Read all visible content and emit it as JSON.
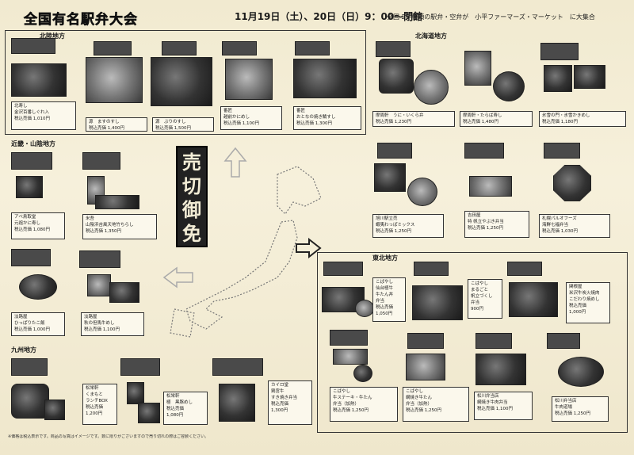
{
  "header": {
    "title": "全国有名駅弁大会",
    "dates": "11月19日（土）、20日（日）9：00～閉館",
    "tagline": "全国 25 種類の駅弁・空弁が　小平ファーマーズ・マーケット　に大集合"
  },
  "sold_out": "売切御免",
  "regions": {
    "hokuriku": {
      "label": "北陸地方",
      "items": [
        {
          "caption": [
            "北寿し",
            "金沢百番しぐれ入",
            "税込売価 1,010円"
          ]
        },
        {
          "caption": [
            "源　ますのすし",
            "税込売価 1,400円"
          ]
        },
        {
          "caption": [
            "源　ぶりのすし",
            "税込売価 1,500円"
          ]
        },
        {
          "caption": [
            "番匠",
            "越前かにめし",
            "税込売価 1,100円"
          ]
        },
        {
          "caption": [
            "番匠",
            "おとなの焼き鯖すし",
            "税込売価 1,300円"
          ]
        }
      ]
    },
    "hokkaido": {
      "label": "北海道地方",
      "items": [
        {
          "caption": [
            "摩周軒　うに・いくら弁",
            "税込売価 1,230円"
          ]
        },
        {
          "caption": [
            "摩周軒・たらば寿し",
            "税込売価 1,480円"
          ]
        },
        {
          "caption": [
            "氷雪の門・氷雪かきめし",
            "税込売価 1,180円"
          ]
        },
        {
          "caption": [
            "旭川駅立売",
            "蝦夷わっぱミックス",
            "税込売価 1,250円"
          ]
        },
        {
          "caption": [
            "吉田屋",
            "特 帆立やぶき弁当",
            "税込売価 1,250円"
          ]
        },
        {
          "caption": [
            "札幌パルオフーズ",
            "海鮮七福弁当",
            "税込売価 1,030円"
          ]
        }
      ]
    },
    "kinki": {
      "label": "近畿・山陰地方",
      "items": [
        {
          "caption": [
            "アベ鳥取堂",
            "元祖かに寿し",
            "税込売価 1,080円"
          ]
        },
        {
          "caption": [
            "米吾",
            "山陰浜吉風天地竹ちらし",
            "税込売価 1,350円"
          ]
        },
        {
          "caption": [
            "淡路屋",
            "ひっぱりたこ飯",
            "税込売価 1,000円"
          ]
        },
        {
          "caption": [
            "淡路屋",
            "秋の但馬牛めし",
            "税込売価 1,100円"
          ]
        }
      ]
    },
    "tohoku": {
      "label": "東北地方",
      "items": [
        {
          "caption": [
            "こばやし",
            "仙台極牛",
            "牛たん丼",
            "弁当",
            "税込売価",
            "1,050円"
          ]
        },
        {
          "caption": [
            "こばやし",
            "まるごと",
            "帆立づくし",
            "弁当",
            "900円"
          ]
        },
        {
          "caption": [
            "関根屋",
            "米沢牛炭火焼肉",
            "こだわり焼めし",
            "税込売価",
            "1,000円"
          ]
        },
        {
          "caption": [
            "こばやし",
            "牛ステーキ・牛たん",
            "弁当（加熱）",
            "税込売価 1,250円"
          ]
        },
        {
          "caption": [
            "こばやし",
            "網焼き牛たん",
            "弁当（加熱）",
            "税込売価 1,250円"
          ]
        },
        {
          "caption": [
            "松川弁当店",
            "網焼き牛肉弁当",
            "税込売価 1,100円"
          ]
        },
        {
          "caption": [
            "松川弁当店",
            "牛肉道場",
            "税込売価 1,250円"
          ]
        }
      ]
    },
    "kyushu": {
      "label": "九州地方",
      "items": [
        {
          "caption": [
            "松栄軒",
            "くまもと",
            "ランチBOX",
            "税込売価",
            "1,200円"
          ]
        },
        {
          "caption": [
            "松栄軒",
            "極　黒豚めし",
            "税込売価",
            "1,080円"
          ]
        },
        {
          "caption": [
            "カイロ堂",
            "鶏宮牛",
            "すき焼き弁当",
            "税込売価",
            "1,300円"
          ]
        }
      ]
    }
  },
  "footer": "※価格は税込表示です。商品の写真はイメージです。数に限りがございますので売り切れの際はご容赦ください。"
}
